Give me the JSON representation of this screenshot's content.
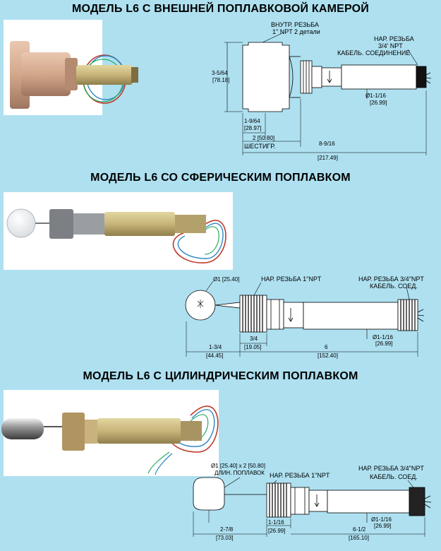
{
  "sections": [
    {
      "title": "МОДЕЛЬ L6 С ВНЕШНЕЙ ПОПЛАВКОВОЙ КАМЕРОЙ",
      "labels": {
        "inner_thread_1": "ВНУТР. РЕЗЬБА",
        "inner_thread_2": "1\" NPT 2 детали",
        "outer_thread_1": "НАР. РЕЗЬБА",
        "outer_thread_2": "3/4' NPT",
        "cable": "КАБЕЛЬ. СОЕДИНЕНИЕ",
        "height_in": "3-5/64",
        "height_mm": "[78.18]",
        "dia_in": "Ø1-1/16",
        "dia_mm": "[26.99]",
        "w1_in": "1-9/64",
        "w1_mm": "[28.97]",
        "hex_in": "2 [50.80]",
        "hex_label": "ШЕСТИГР.",
        "total_in": "8-9/16",
        "total_mm": "[217.49]"
      }
    },
    {
      "title": "МОДЕЛЬ L6 СО СФЕРИЧЕСКИМ ПОПЛАВКОМ",
      "labels": {
        "ball_dia": "Ø1 [25.40]",
        "thread1": "НАР. РЕЗЬБА 1\"NPT",
        "thread2": "НАР. РЕЗЬБА 3/4\"NPT",
        "cable": "КАБЕЛЬ. СОЕД.",
        "dia_in": "Ø1-1/16",
        "dia_mm": "[26.99]",
        "d1_in": "1-3/4",
        "d1_mm": "[44.45]",
        "d2_in": "3/4",
        "d2_mm": "[19.05]",
        "d3_in": "6",
        "d3_mm": "[152.40]"
      }
    },
    {
      "title": "МОДЕЛЬ L6 С ЦИЛИНДРИЧЕСКИМ ПОПЛАВКОМ",
      "labels": {
        "float_dim": "Ø1 [25.40] x 2 [50.80]",
        "float_label": "ДЛИН. ПОПЛАВОК",
        "thread1": "НАР. РЕЗЬБА 1\"NPT",
        "thread2": "НАР. РЕЗЬБА 3/4\"NPT",
        "cable": "КАБЕЛЬ. СОЕД.",
        "dia_in": "Ø1-1/16",
        "dia_mm": "[26.99]",
        "d1_in": "2-7/8",
        "d1_mm": "[73.03]",
        "d2_in": "1-1/16",
        "d2_mm": "[26.99]",
        "d3_in": "6-1/2",
        "d3_mm": "[165.10]"
      }
    }
  ]
}
